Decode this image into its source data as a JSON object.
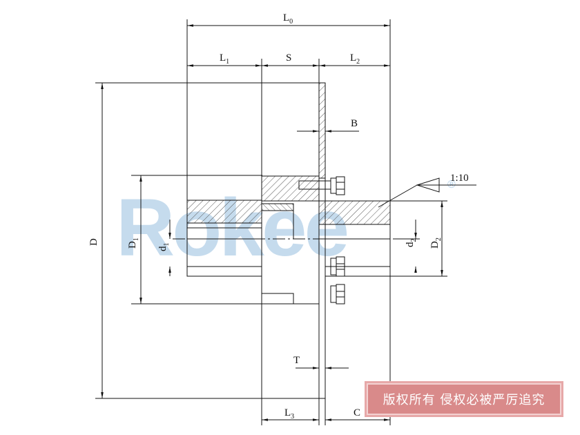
{
  "diagram": {
    "labels": {
      "L0": "L",
      "L0_sub": "0",
      "L1": "L",
      "L1_sub": "1",
      "S": "S",
      "L2": "L",
      "L2_sub": "2",
      "B": "B",
      "taper": "1:10",
      "D": "D",
      "D1": "D",
      "D1_sub": "1",
      "d1": "d",
      "d1_sub": "1",
      "d2": "d",
      "d2_sub": "2",
      "D2": "D",
      "D2_sub": "2",
      "T": "T",
      "L3": "L",
      "L3_sub": "3",
      "C": "C"
    },
    "watermark": {
      "text": "Rokee",
      "mark": "®"
    },
    "colors": {
      "line": "#111111",
      "hatch": "#444444",
      "watermark": "#7fb0d9",
      "badge": "#d98a8a"
    }
  },
  "copyright": {
    "text": "版权所有 侵权必被严厉追究"
  }
}
